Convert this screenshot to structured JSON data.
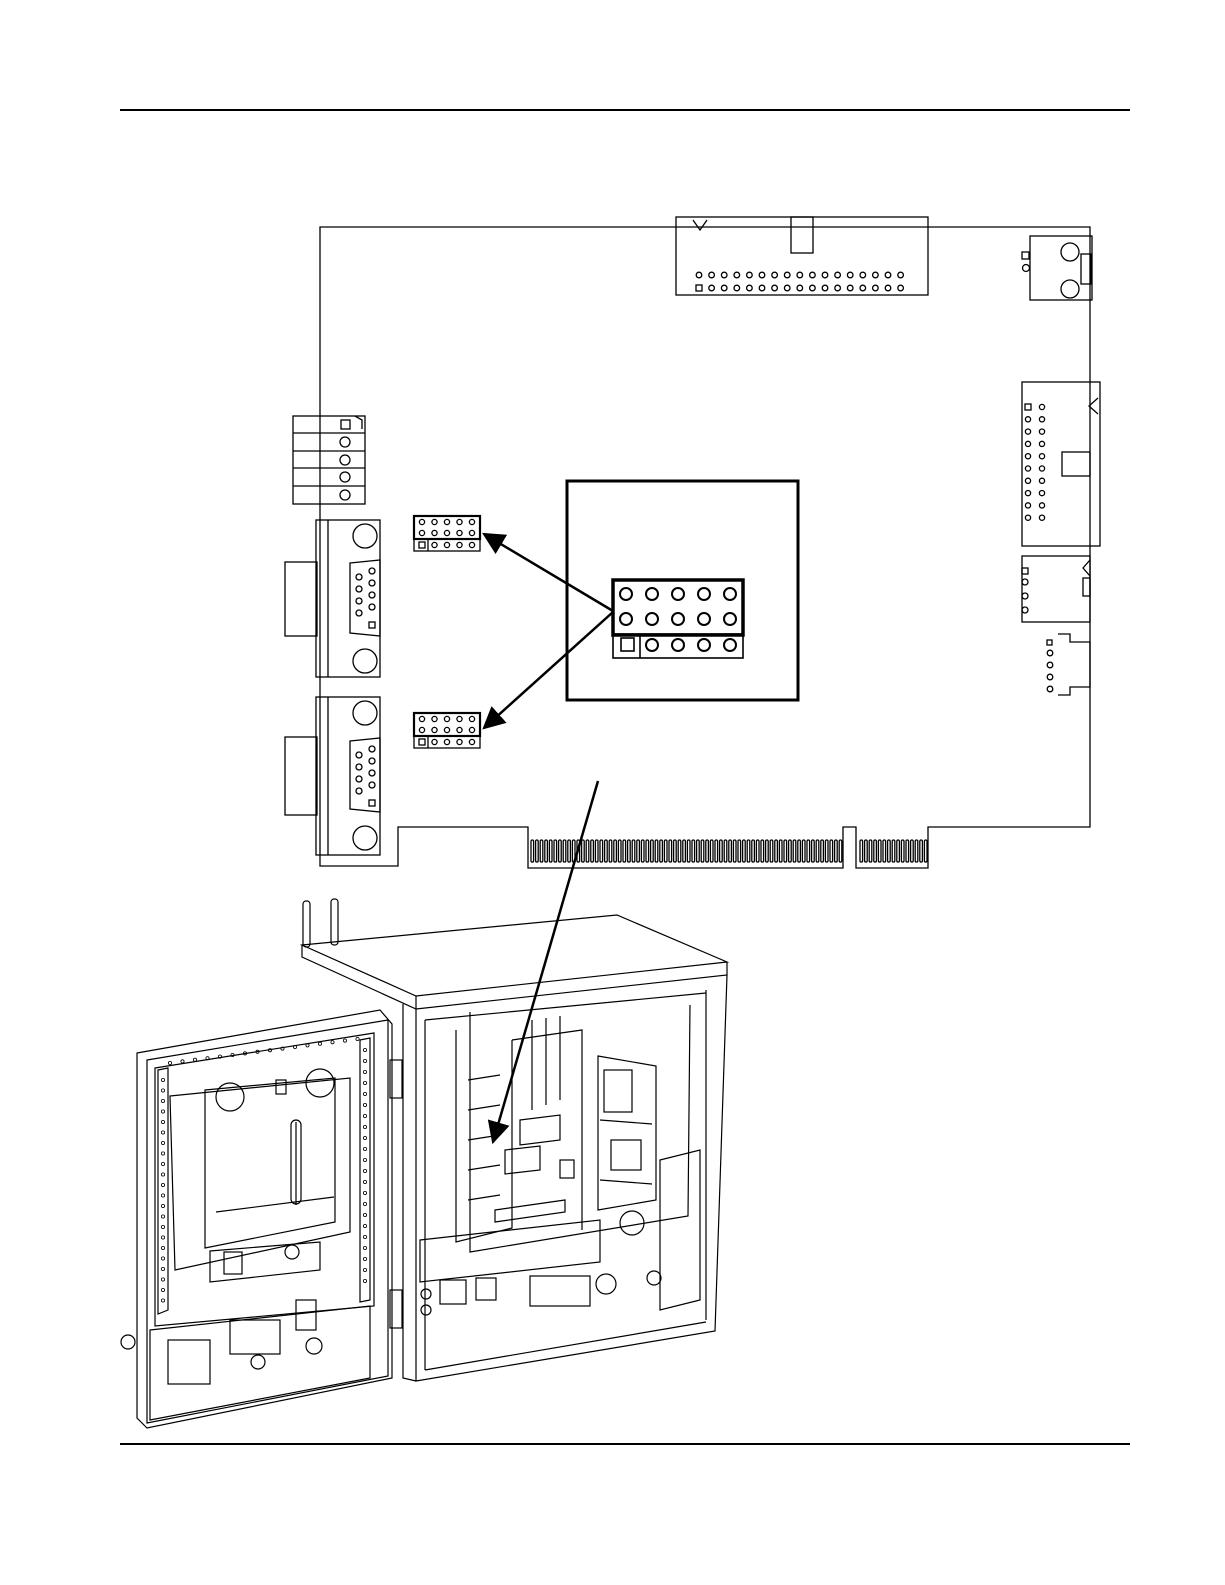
{
  "page": {
    "header_rule": true,
    "footer_rule": true
  },
  "figure": {
    "board": {
      "name": "expansion-card",
      "jumpers": [
        "upper-jumper-block",
        "lower-jumper-block"
      ],
      "detail_callout": "jumper-detail-enlarged"
    },
    "cabinet": {
      "name": "control-cabinet-open-door"
    },
    "colors": {
      "line": "#000000",
      "background": "#ffffff"
    }
  }
}
